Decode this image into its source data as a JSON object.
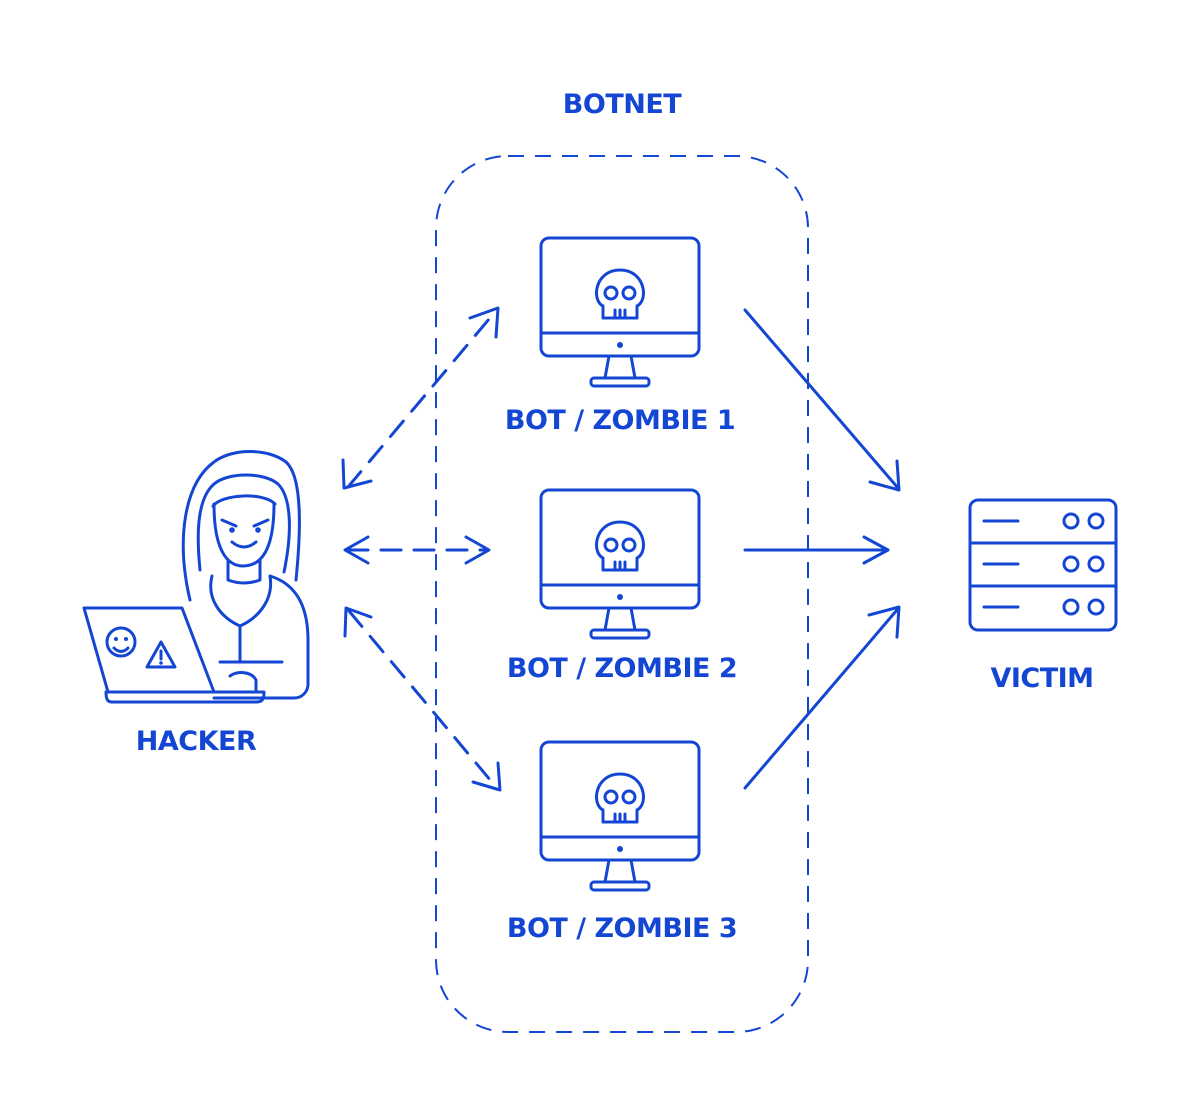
{
  "diagram": {
    "accent_color": "#1446d4",
    "group_label": "BOTNET",
    "hacker": {
      "label": "HACKER",
      "icon": "hacker-with-laptop-icon"
    },
    "bots": [
      {
        "label": "BOT / ZOMBIE 1",
        "icon": "skull-monitor-icon"
      },
      {
        "label": "BOT / ZOMBIE 2",
        "icon": "skull-monitor-icon"
      },
      {
        "label": "BOT / ZOMBIE 3",
        "icon": "skull-monitor-icon"
      }
    ],
    "victim": {
      "label": "VICTIM",
      "icon": "server-rack-icon"
    },
    "connections": [
      {
        "from": "HACKER",
        "to": "BOT / ZOMBIE 1",
        "style": "dashed",
        "direction": "both"
      },
      {
        "from": "HACKER",
        "to": "BOT / ZOMBIE 2",
        "style": "dashed",
        "direction": "both"
      },
      {
        "from": "HACKER",
        "to": "BOT / ZOMBIE 3",
        "style": "dashed",
        "direction": "both"
      },
      {
        "from": "BOT / ZOMBIE 1",
        "to": "VICTIM",
        "style": "solid",
        "direction": "forward"
      },
      {
        "from": "BOT / ZOMBIE 2",
        "to": "VICTIM",
        "style": "solid",
        "direction": "forward"
      },
      {
        "from": "BOT / ZOMBIE 3",
        "to": "VICTIM",
        "style": "solid",
        "direction": "forward"
      }
    ]
  }
}
